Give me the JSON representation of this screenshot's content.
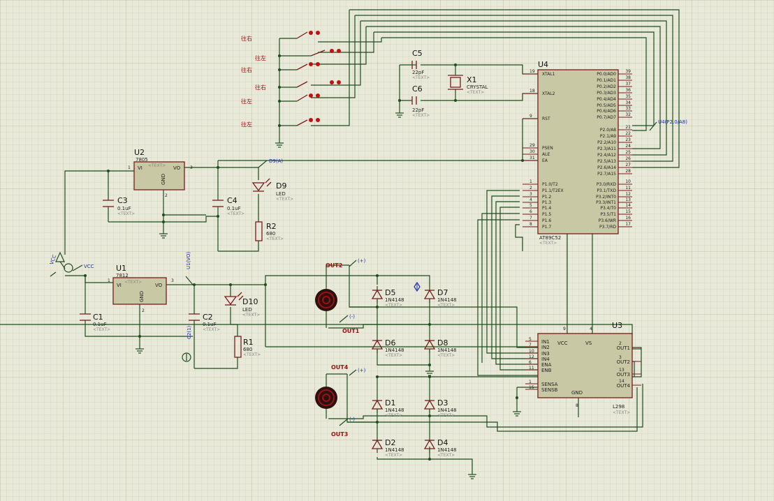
{
  "components": {
    "u4": {
      "ref": "U4",
      "part": "AT89C52",
      "text": "<TEXT>",
      "left_pins": [
        {
          "num": "19",
          "name": "XTAL1"
        },
        {
          "num": "18",
          "name": "XTAL2"
        },
        {
          "num": "9",
          "name": "RST"
        },
        {
          "num": "29",
          "name": "PSEN"
        },
        {
          "num": "30",
          "name": "ALE"
        },
        {
          "num": "31",
          "name": "EA"
        },
        {
          "num": "1",
          "name": "P1.0/T2"
        },
        {
          "num": "2",
          "name": "P1.1/T2EX"
        },
        {
          "num": "3",
          "name": "P1.2"
        },
        {
          "num": "4",
          "name": "P1.3"
        },
        {
          "num": "5",
          "name": "P1.4"
        },
        {
          "num": "6",
          "name": "P1.5"
        },
        {
          "num": "7",
          "name": "P1.6"
        },
        {
          "num": "8",
          "name": "P1.7"
        }
      ],
      "right_pins": [
        {
          "num": "39",
          "name": "P0.0/AD0"
        },
        {
          "num": "38",
          "name": "P0.1/AD1"
        },
        {
          "num": "37",
          "name": "P0.2/AD2"
        },
        {
          "num": "36",
          "name": "P0.3/AD3"
        },
        {
          "num": "35",
          "name": "P0.4/AD4"
        },
        {
          "num": "34",
          "name": "P0.5/AD5"
        },
        {
          "num": "33",
          "name": "P0.6/AD6"
        },
        {
          "num": "32",
          "name": "P0.7/AD7"
        },
        {
          "num": "21",
          "name": "P2.0/A8"
        },
        {
          "num": "22",
          "name": "P2.1/A9"
        },
        {
          "num": "23",
          "name": "P2.2/A10"
        },
        {
          "num": "24",
          "name": "P2.3/A11"
        },
        {
          "num": "25",
          "name": "P2.4/A12"
        },
        {
          "num": "26",
          "name": "P2.5/A13"
        },
        {
          "num": "27",
          "name": "P2.6/A14"
        },
        {
          "num": "28",
          "name": "P2.7/A15"
        },
        {
          "num": "10",
          "name": "P3.0/RXD"
        },
        {
          "num": "11",
          "name": "P3.1/TXD"
        },
        {
          "num": "12",
          "name": "P3.2/INT0"
        },
        {
          "num": "13",
          "name": "P3.3/INT1"
        },
        {
          "num": "14",
          "name": "P3.4/T0"
        },
        {
          "num": "15",
          "name": "P3.5/T1"
        },
        {
          "num": "16",
          "name": "P3.6/WR"
        },
        {
          "num": "17",
          "name": "P3.7/RD"
        }
      ]
    },
    "u3": {
      "ref": "U3",
      "part": "L298",
      "text": "<TEXT>",
      "left_pins": [
        {
          "num": "5",
          "name": "IN1"
        },
        {
          "num": "7",
          "name": "IN2"
        },
        {
          "num": "10",
          "name": "IN3"
        },
        {
          "num": "12",
          "name": "IN4"
        },
        {
          "num": "6",
          "name": "ENA"
        },
        {
          "num": "11",
          "name": "ENB"
        },
        {
          "num": "1",
          "name": "SENSA"
        },
        {
          "num": "15",
          "name": "SENSB"
        }
      ],
      "right_pins": [
        {
          "num": "2",
          "name": "OUT1"
        },
        {
          "num": "3",
          "name": "OUT2"
        },
        {
          "num": "13",
          "name": "OUT3"
        },
        {
          "num": "14",
          "name": "OUT4"
        }
      ],
      "top_pins": [
        {
          "num": "9",
          "name": "VCC"
        },
        {
          "num": "4",
          "name": "VS"
        }
      ],
      "bottom_pin": {
        "num": "8",
        "name": "GND"
      }
    },
    "u2": {
      "ref": "U2",
      "part": "7805",
      "text": "<TEXT>",
      "vi": "VI",
      "vo": "VO",
      "gnd": "GND",
      "p1": "1",
      "p2": "2",
      "p3": "3"
    },
    "u1": {
      "ref": "U1",
      "part": "7812",
      "text": "<TEXT>",
      "vi": "VI",
      "vo": "VO",
      "gnd": "GND",
      "p1": "1",
      "p2": "2",
      "p3": "3"
    },
    "c1": {
      "ref": "C1",
      "value": "0.1uF",
      "text": "<TEXT>"
    },
    "c2": {
      "ref": "C2",
      "value": "0.1uF",
      "text": "<TEXT>"
    },
    "c3": {
      "ref": "C3",
      "value": "0.1uF",
      "text": "<TEXT>"
    },
    "c4": {
      "ref": "C4",
      "value": "0.1uF",
      "text": "<TEXT>"
    },
    "c5": {
      "ref": "C5",
      "value": "22pF",
      "text": "<TEXT>"
    },
    "c6": {
      "ref": "C6",
      "value": "22pF",
      "text": "<TEXT>"
    },
    "x1": {
      "ref": "X1",
      "value": "CRYSTAL",
      "text": "<TEXT>"
    },
    "r1": {
      "ref": "R1",
      "value": "680",
      "text": "<TEXT>"
    },
    "r2": {
      "ref": "R2",
      "value": "680",
      "text": "<TEXT>"
    },
    "d9": {
      "ref": "D9",
      "value": "LED",
      "text": "<TEXT>"
    },
    "d10": {
      "ref": "D10",
      "value": "LED",
      "text": "<TEXT>"
    },
    "diodes": [
      {
        "ref": "D5",
        "value": "1N4148",
        "text": "<TEXT>"
      },
      {
        "ref": "D7",
        "value": "1N4148",
        "text": "<TEXT>"
      },
      {
        "ref": "D6",
        "value": "1N4148",
        "text": "<TEXT>"
      },
      {
        "ref": "D8",
        "value": "1N4148",
        "text": "<TEXT>"
      },
      {
        "ref": "D1",
        "value": "1N4148",
        "text": "<TEXT>"
      },
      {
        "ref": "D3",
        "value": "1N4148",
        "text": "<TEXT>"
      },
      {
        "ref": "D2",
        "value": "1N4148",
        "text": "<TEXT>"
      },
      {
        "ref": "D4",
        "value": "1N4148",
        "text": "<TEXT>"
      }
    ]
  },
  "labels": {
    "switches": [
      "往右",
      "往左",
      "往右",
      "往右",
      "往左",
      "往左"
    ],
    "net_u4_p2": "U4(P2.0/A8)",
    "net_d9": "D9(A)",
    "net_u1_vo": "U1(VO)",
    "net_c2": "C2(1)",
    "vcc_a": "VCC",
    "vcc_b": "VCC",
    "out1": "OUT1",
    "out2": "OUT2",
    "out3": "OUT3",
    "out4": "OUT4",
    "plus": "(+)",
    "minus": "(-)"
  }
}
